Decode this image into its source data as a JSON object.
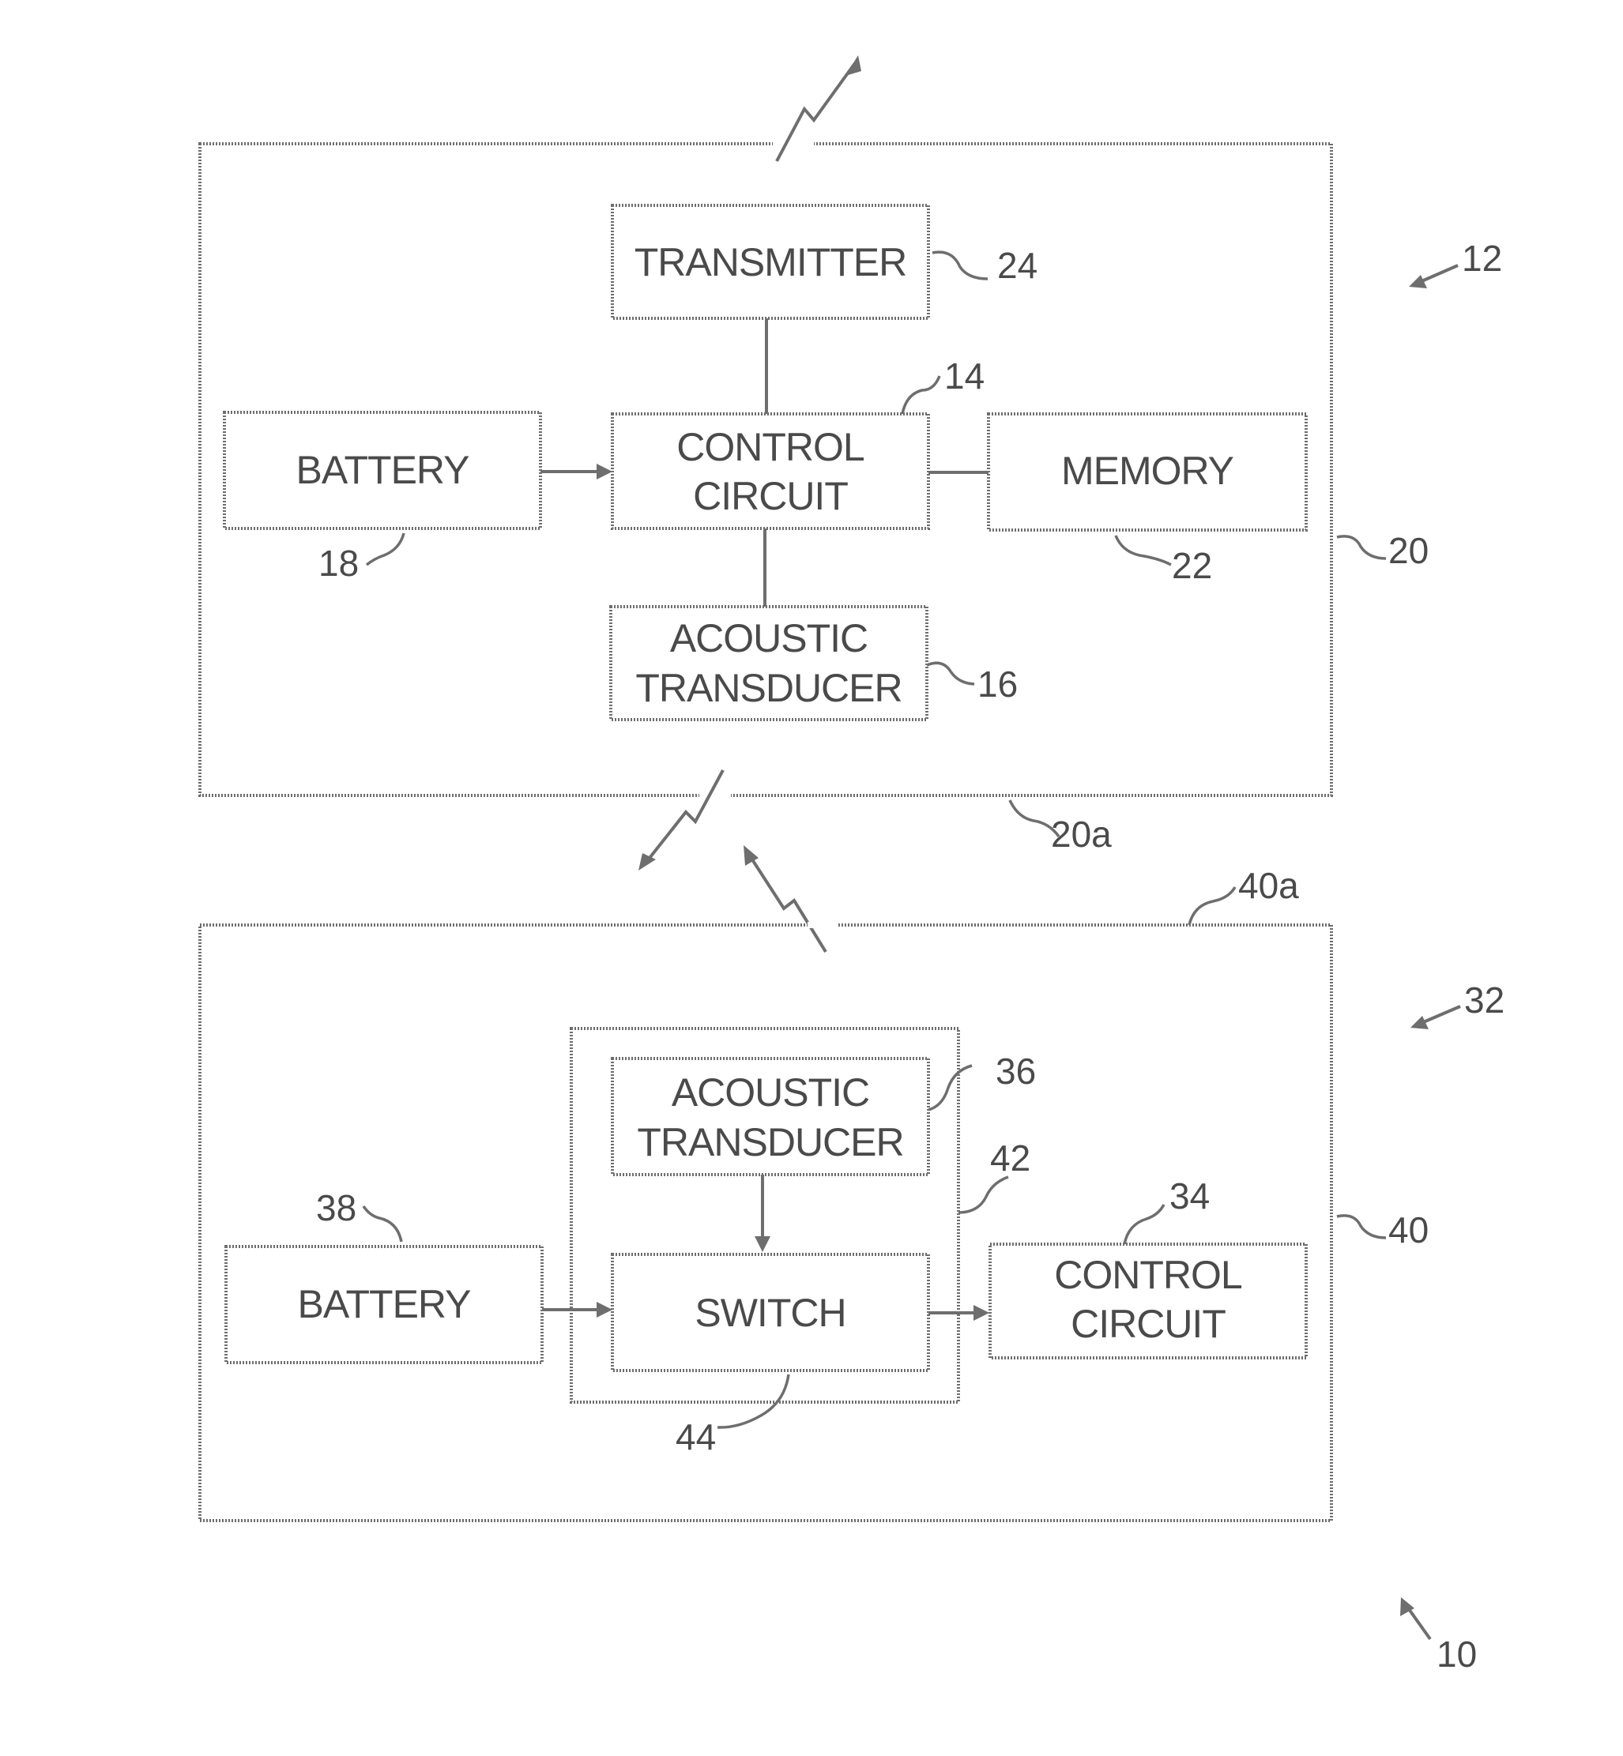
{
  "figure": {
    "device_top": {
      "ref": "12",
      "housing_ref": "20",
      "housing_wall_ref": "20a",
      "transmitter": {
        "label": "TRANSMITTER",
        "ref": "24"
      },
      "control_circuit": {
        "line1": "CONTROL",
        "line2": "CIRCUIT",
        "ref": "14"
      },
      "battery": {
        "label": "BATTERY",
        "ref": "18"
      },
      "memory": {
        "label": "MEMORY",
        "ref": "22"
      },
      "acoustic_transducer": {
        "line1": "ACOUSTIC",
        "line2": "TRANSDUCER",
        "ref": "16"
      }
    },
    "device_bottom": {
      "ref": "32",
      "housing_ref": "40",
      "housing_wall_ref": "40a",
      "switch_module_ref": "42",
      "acoustic_transducer": {
        "line1": "ACOUSTIC",
        "line2": "TRANSDUCER",
        "ref": "36"
      },
      "switch": {
        "label": "SWITCH",
        "ref": "44"
      },
      "battery": {
        "label": "BATTERY",
        "ref": "38"
      },
      "control_circuit": {
        "line1": "CONTROL",
        "line2": "CIRCUIT",
        "ref": "34"
      }
    },
    "system_ref": "10"
  }
}
